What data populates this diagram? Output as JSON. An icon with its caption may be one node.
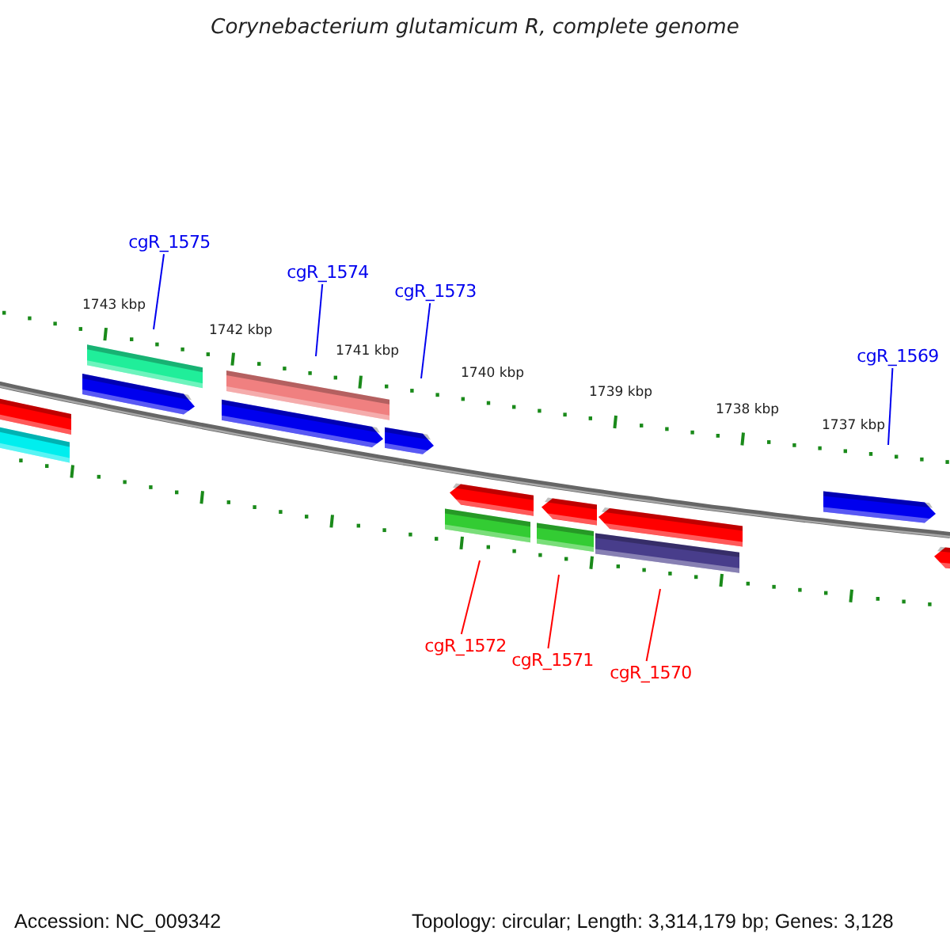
{
  "diagram": {
    "title": "Corynebacterium glutamicum R, complete genome",
    "nodes": [
      {
        "text": [
          "cgR_1575"
        ]
      },
      {
        "text": [
          "cgR_1574"
        ]
      },
      {
        "text": [
          "cgR_1573"
        ]
      },
      {
        "text": [
          "cgR_1569"
        ]
      },
      {
        "text": [
          "cgR_1572"
        ]
      },
      {
        "text": [
          "cgR_1571"
        ]
      },
      {
        "text": [
          "cgR_1570"
        ]
      }
    ],
    "edges": [
      {
        "from": 0,
        "to": null,
        "arrow": "none"
      },
      {
        "from": 1,
        "to": null,
        "arrow": "none"
      },
      {
        "from": 2,
        "to": null,
        "arrow": "none"
      },
      {
        "from": 3,
        "to": null,
        "arrow": "none"
      },
      {
        "from": 4,
        "to": null,
        "arrow": "none",
        "color": "#ff0000"
      },
      {
        "from": 5,
        "to": null,
        "arrow": "none",
        "color": "#ff0000"
      },
      {
        "from": 6,
        "to": null,
        "arrow": "none",
        "color": "#ff0000"
      }
    ],
    "labels": [
      "1743 kbp",
      "1742 kbp",
      "1741 kbp",
      "1740 kbp",
      "1739 kbp",
      "1738 kbp",
      "1737 kbp",
      "Accession: NC_009342",
      "Topology: circular; Length: 3,314,179 bp; Genes: 3,128"
    ]
  }
}
